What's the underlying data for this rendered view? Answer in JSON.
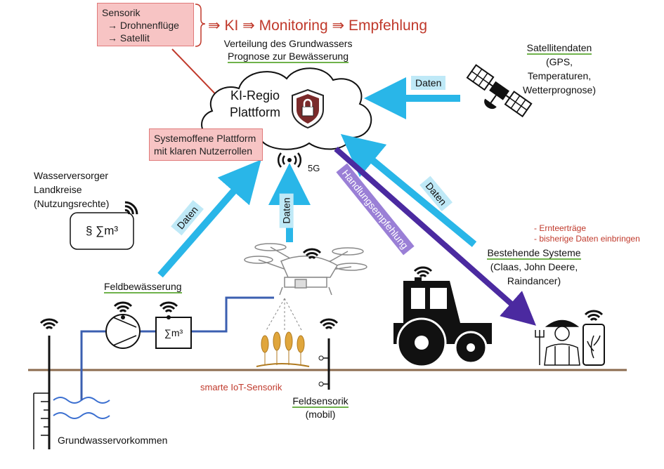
{
  "sensorik_box": {
    "line1": "Sensorik",
    "line2": "→ Drohnenflüge",
    "line3": "→ Satellit"
  },
  "header_flow": {
    "ki": "KI",
    "monitoring": "Monitoring",
    "empfehlung": "Empfehlung",
    "colors": {
      "flow": "#c0392b"
    }
  },
  "header_sub": {
    "line1": "Verteilung des Grundwassers",
    "line2": "Prognose zur Bewässerung"
  },
  "platform": {
    "line1": "KI-Regio",
    "line2": "Plattform",
    "icon": "shield-lock-icon"
  },
  "platform_box": {
    "line1": "Systemoffene Plattform",
    "line2": "mit klaren Nutzerrollen"
  },
  "network": {
    "label": "5G"
  },
  "satellite": {
    "title": "Satellitendaten",
    "line2": "(GPS,",
    "line3": "Temperaturen,",
    "line4": "Wetterprognose)"
  },
  "arrows": {
    "data_label": "Daten",
    "recommendation_label": "Handlungsempfehlung",
    "colors": {
      "data": "#29b6e8",
      "recommendation": "#4b2aa0",
      "tag_bg": "#bfe9f7"
    }
  },
  "water_supplier": {
    "line1": "Wasserversorger",
    "line2": "Landkreise",
    "line3": "(Nutzungsrechte)",
    "symbol": "§ ∑m³"
  },
  "field_irrigation": {
    "title": "Feldbewässerung",
    "meter": "∑m³"
  },
  "existing_systems": {
    "note1": "- Ernteerträge",
    "note2": "- bisherige Daten einbringen",
    "title": "Bestehende Systeme",
    "line2": "(Claas, John Deere,",
    "line3": "Raindancer)"
  },
  "iot": {
    "label": "smarte IoT-Sensorik"
  },
  "field_sensor": {
    "title": "Feldsensorik",
    "line2": "(mobil)"
  },
  "groundwater": {
    "label": "Grundwasservorkommen"
  },
  "colors": {
    "ground": "#8b6b4f",
    "pipe": "#3b5fb0",
    "water": "#3b6fd0",
    "green_underline": "#6fb24b",
    "pink_box": "#f7c4c4"
  }
}
